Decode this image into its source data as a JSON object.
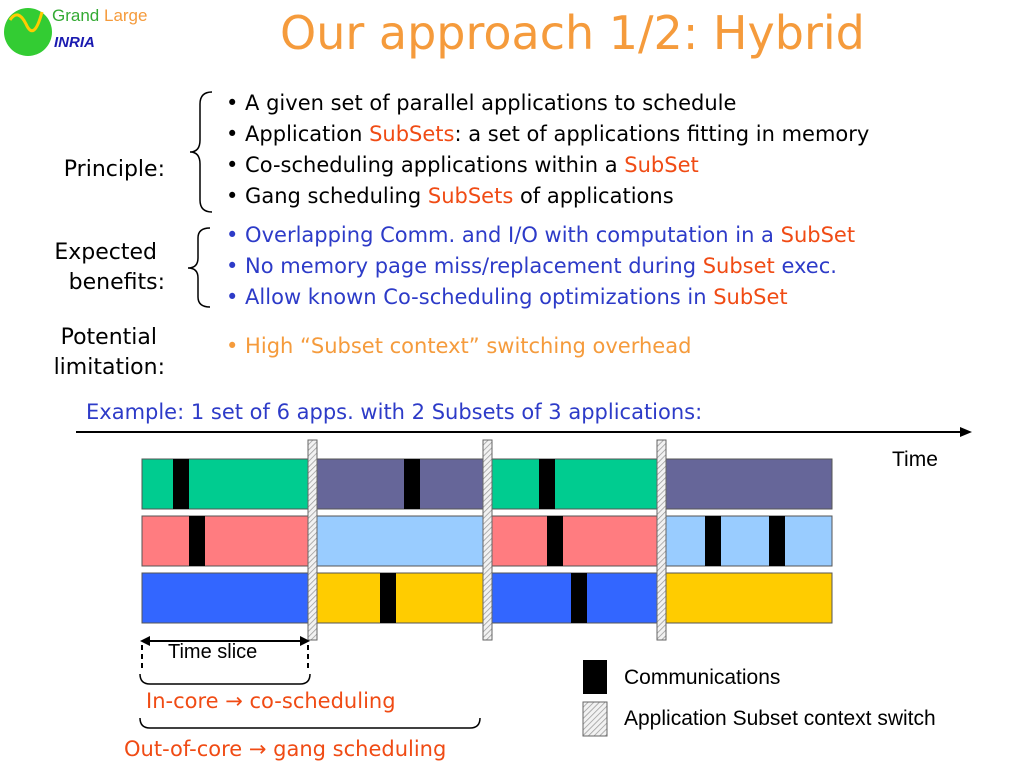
{
  "logo": {
    "grand": "Grand",
    "large": "Large",
    "inria": "INRIA"
  },
  "title": "Our approach 1/2: Hybrid",
  "labels": {
    "principle": "Principle:",
    "expected_l1": "Expected",
    "expected_l2": "benefits:",
    "potential_l1": "Potential",
    "potential_l2": "limitation:"
  },
  "principle": [
    {
      "parts": [
        "• A given set of parallel applications to schedule"
      ]
    },
    {
      "parts": [
        "• Application ",
        "SubSets",
        ": a set of applications fitting in memory"
      ]
    },
    {
      "parts": [
        "• Co-scheduling applications within a ",
        "SubSet"
      ]
    },
    {
      "parts": [
        "• Gang scheduling ",
        "SubSets",
        " of applications"
      ]
    }
  ],
  "benefits": [
    {
      "parts": [
        "• Overlapping Comm. and I/O with computation in a ",
        "SubSet"
      ]
    },
    {
      "parts": [
        "• No memory page miss/replacement during ",
        "Subset",
        " exec."
      ]
    },
    {
      "parts": [
        "• Allow known Co-scheduling optimizations in ",
        "SubSet"
      ]
    }
  ],
  "limitation": "• High “Subset context” switching overhead",
  "example": "Example: 1 set of 6 apps. with 2 Subsets of 3 applications:",
  "time_label": "Time",
  "time_slice": "Time slice",
  "legend": {
    "communications": "Communications",
    "context_switch": "Application Subset context switch"
  },
  "incore": "In-core → co-scheduling",
  "outcore": "Out-of-core → gang scheduling",
  "colors": {
    "green": "#00cc90",
    "purple": "#666699",
    "pink": "#ff7c80",
    "lightblue": "#99ccff",
    "blue": "#3366ff",
    "yellow": "#ffcc00",
    "accent_orange": "#f59b3c",
    "accent_red": "#f04b14",
    "text_blue": "#2d3bc8"
  }
}
